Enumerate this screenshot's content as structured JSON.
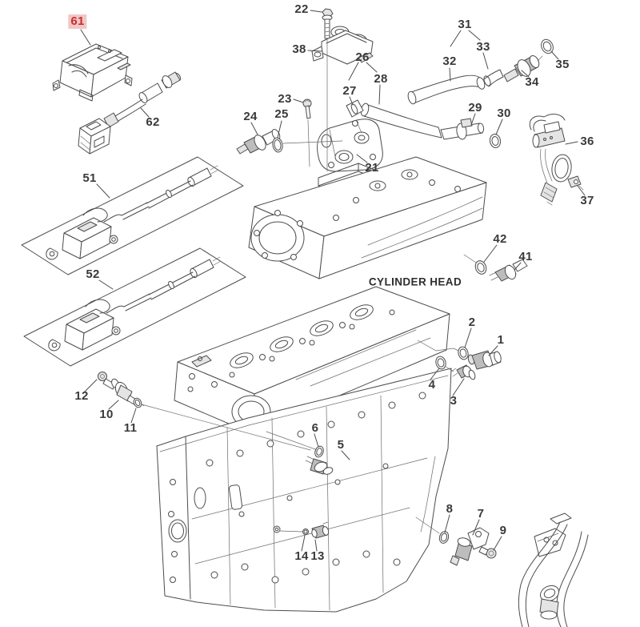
{
  "diagram": {
    "type": "engine-sensor-parts-diagram",
    "annotations": {
      "cylinder_head": "CYLINDER HEAD"
    },
    "highlighted_part": "61",
    "colors": {
      "background": "#ffffff",
      "line": "#4c4c4c",
      "label_text": "#3a3a3a",
      "highlight_bg": "#f2c6c6",
      "highlight_text": "#c63030"
    },
    "callouts": [
      {
        "text": "61",
        "highlighted": true
      },
      {
        "text": "62"
      },
      {
        "text": "22"
      },
      {
        "text": "38"
      },
      {
        "text": "23"
      },
      {
        "text": "24"
      },
      {
        "text": "25"
      },
      {
        "text": "26"
      },
      {
        "text": "27"
      },
      {
        "text": "28"
      },
      {
        "text": "21"
      },
      {
        "text": "31"
      },
      {
        "text": "32"
      },
      {
        "text": "33"
      },
      {
        "text": "34"
      },
      {
        "text": "35"
      },
      {
        "text": "29"
      },
      {
        "text": "30"
      },
      {
        "text": "36"
      },
      {
        "text": "37"
      },
      {
        "text": "51"
      },
      {
        "text": "52"
      },
      {
        "text": "42"
      },
      {
        "text": "41"
      },
      {
        "text": "2"
      },
      {
        "text": "1"
      },
      {
        "text": "4"
      },
      {
        "text": "3"
      },
      {
        "text": "12"
      },
      {
        "text": "10"
      },
      {
        "text": "11"
      },
      {
        "text": "6"
      },
      {
        "text": "5"
      },
      {
        "text": "14"
      },
      {
        "text": "13"
      },
      {
        "text": "8"
      },
      {
        "text": "7"
      },
      {
        "text": "9"
      }
    ]
  }
}
